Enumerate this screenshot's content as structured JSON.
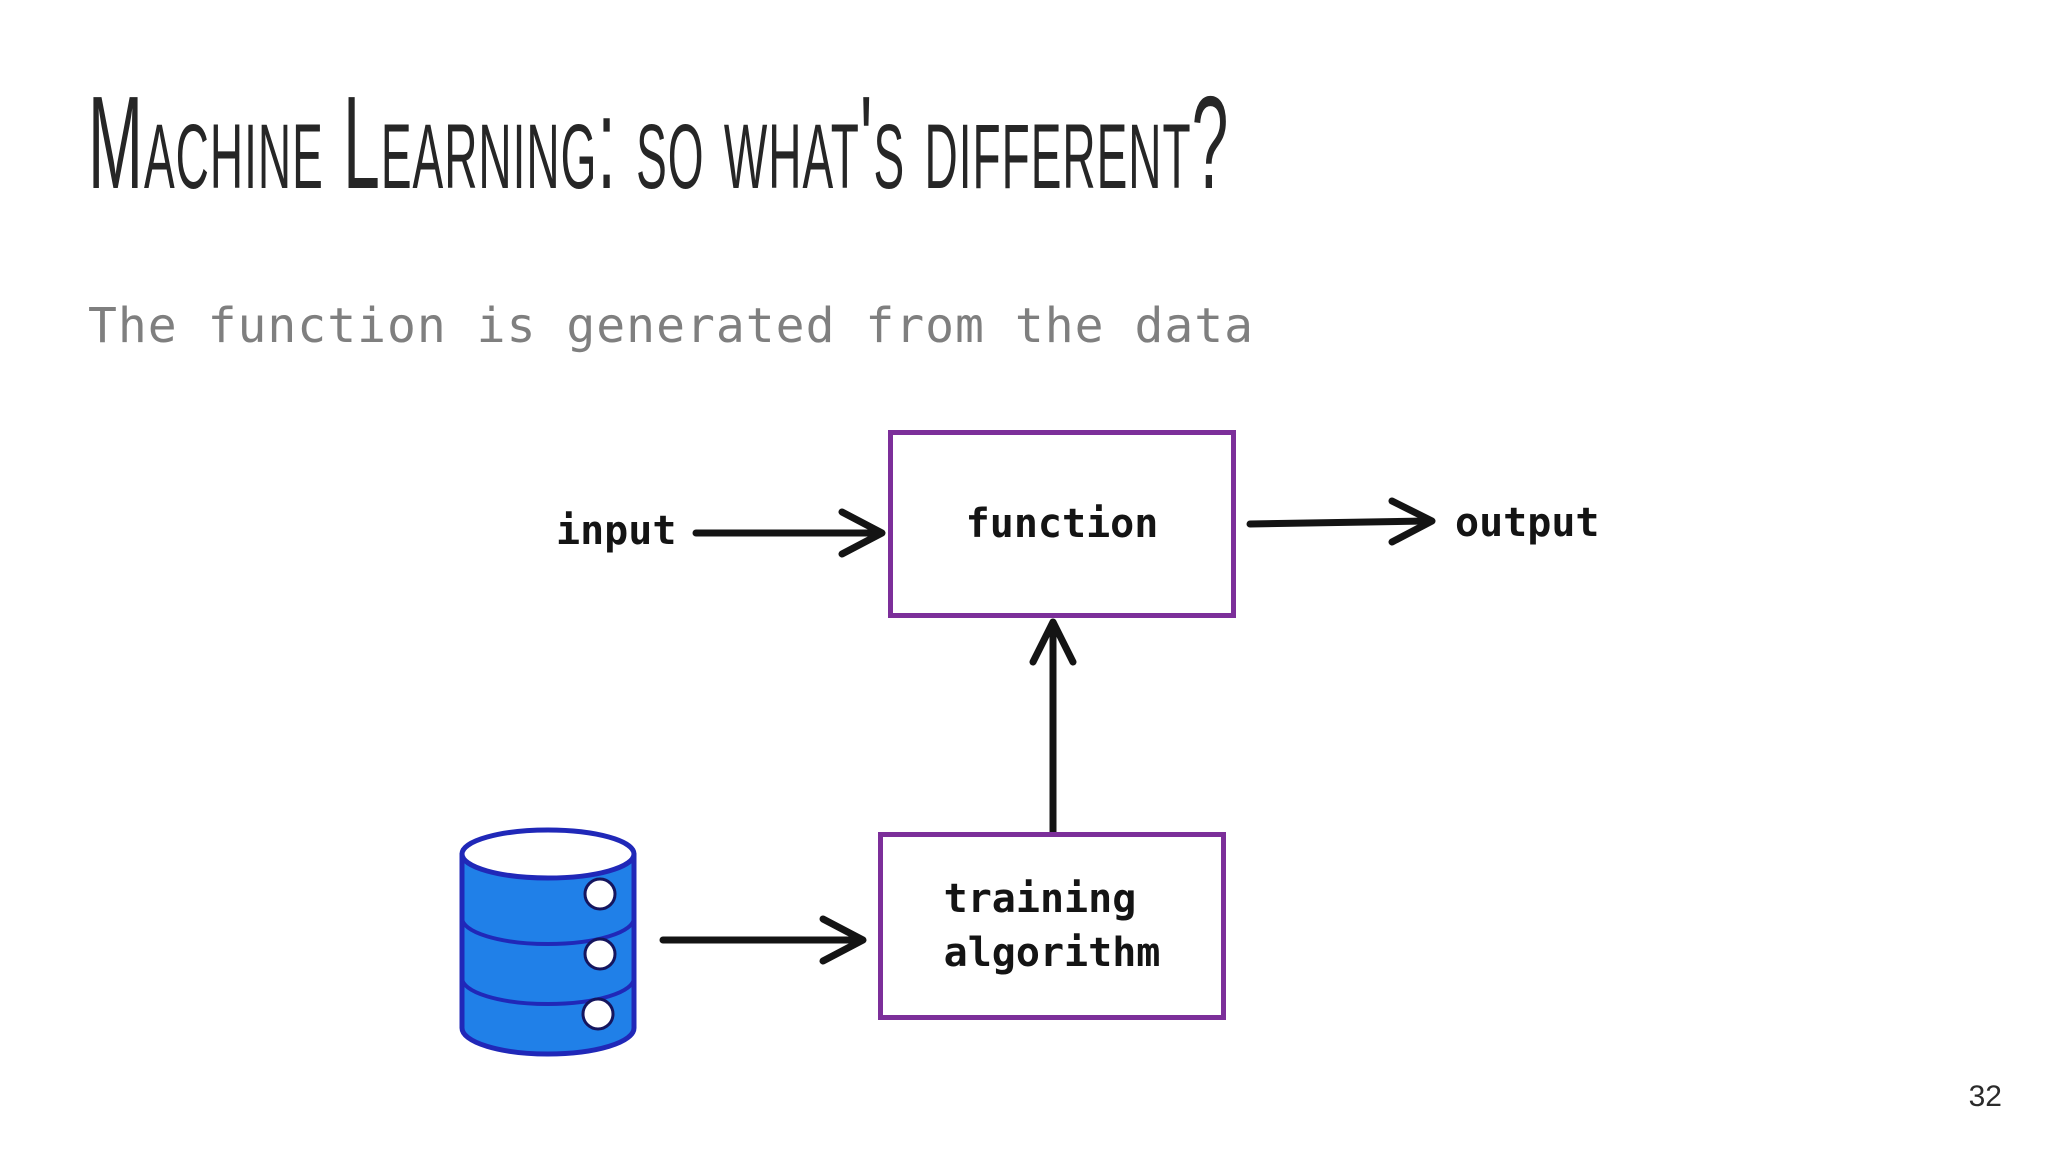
{
  "slide": {
    "title": "Machine Learning: so what's different?",
    "subtitle": "The function is generated from the data",
    "page_number": "32"
  },
  "diagram": {
    "nodes": {
      "function": {
        "label": "function"
      },
      "training": {
        "label_line1": "training",
        "label_line2": "algorithm"
      }
    },
    "labels": {
      "input": "input",
      "output": "output"
    },
    "icons": {
      "data_store": "database-icon",
      "arrows": [
        "arrow-input-to-function",
        "arrow-function-to-output",
        "arrow-training-to-function",
        "arrow-database-to-training"
      ]
    }
  },
  "colors": {
    "box_border_purple": "#7c2f9a",
    "database_fill_blue": "#2080e8",
    "database_stroke_blue": "#2028b8",
    "arrow_black": "#141414",
    "subtitle_gray": "#7f7f7f",
    "title_black": "#262626"
  }
}
